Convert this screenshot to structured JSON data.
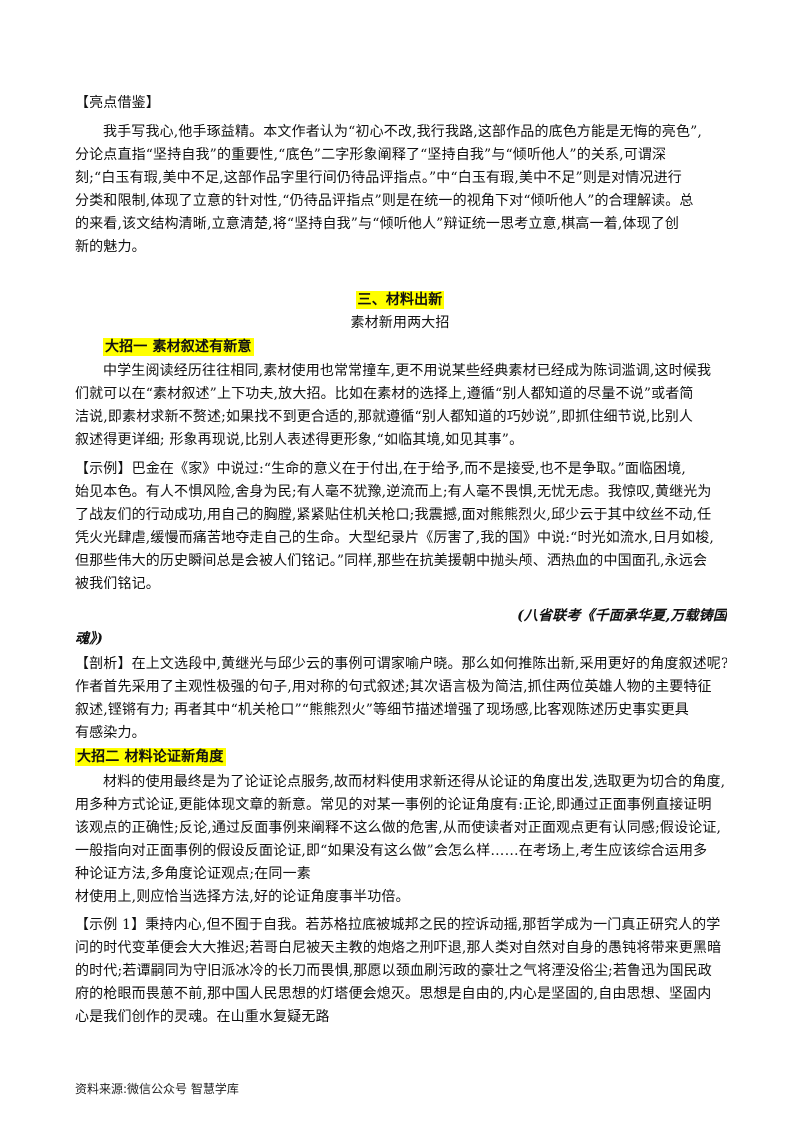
{
  "section1": {
    "heading": "【亮点借鉴】",
    "lines": [
      "我手写我心,他手琢益精。本文作者认为“初心不改,我行我路,这部作品的底色方能是无悔的亮色”,",
      "分论点直指“坚持自我”的重要性,“底色”二字形象阐释了“坚持自我”与“倾听他人”的关系,可谓深",
      "刻;“白玉有瑕,美中不足,这部作品字里行间仍待品评指点。”中“白玉有瑕,美中不足”则是对情况进行",
      "分类和限制,体现了立意的针对性,“仍待品评指点”则是在统一的视角下对“倾听他人”的合理解读。总",
      "的来看,该文结构清晰,立意清楚,将“坚持自我”与“倾听他人”辩证统一思考立意,棋高一着,体现了创",
      "新的魅力。"
    ]
  },
  "section_title": "三、材料出新",
  "section_subtitle": "素材新用两大招",
  "trick1": {
    "heading": "大招一   素材叙述有新意",
    "lines": [
      "中学生阅读经历往往相同,素材使用也常常撞车,更不用说某些经典素材已经成为陈词滥调,这时候我",
      "们就可以在“素材叙述”上下功夫,放大招。比如在素材的选择上,遵循“别人都知道的尽量不说”或者简",
      "洁说,即素材求新不赘述;如果找不到更合适的,那就遵循“别人都知道的巧妙说”,即抓住细节说,比别人",
      "叙述得更详细; 形象再现说,比别人表述得更形象,“如临其境,如见其事”。"
    ],
    "example_lines": [
      "【示例】巴金在《家》中说过:“生命的意义在于付出,在于给予,而不是接受,也不是争取。”面临困境,",
      "始见本色。有人不惧风险,舍身为民;有人毫不犹豫,逆流而上;有人毫不畏惧,无忧无虑。我惊叹,黄继光为",
      "了战友们的行动成功,用自己的胸膛,紧紧贴住机关枪口;我震撼,面对熊熊烈火,邱少云于其中纹丝不动,任",
      "凭火光肆虐,缓慢而痛苦地夺走自己的生命。大型纪录片《厉害了,我的国》中说:“时光如流水,日月如梭,",
      "但那些伟大的历史瞬间总是会被人们铭记。”同样,那些在抗美援朝中抛头颅、洒热血的中国面孔,永远会",
      "被我们铭记。"
    ],
    "source_line1": "(八省联考《千面承华夏,万载铸国",
    "source_line2": "魂》)",
    "analysis_lines": [
      "【剖析】在上文选段中,黄继光与邱少云的事例可谓家喻户晓。那么如何推陈出新,采用更好的角度叙述呢?",
      "作者首先采用了主观性极强的句子,用对称的句式叙述;其次语言极为简洁,抓住两位英雄人物的主要特征",
      "叙述,铿锵有力; 再者其中“机关枪口”“熊熊烈火”等细节描述增强了现场感,比客观陈述历史事实更具",
      "有感染力。"
    ]
  },
  "trick2": {
    "heading": "大招二   材料论证新角度",
    "lines": [
      "材料的使用最终是为了论证论点服务,故而材料使用求新还得从论证的角度出发,选取更为切合的角度,",
      "用多种方式论证,更能体现文章的新意。常见的对某一事例的论证角度有:正论,即通过正面事例直接证明",
      "该观点的正确性;反论,通过反面事例来阐释不这么做的危害,从而使读者对正面观点更有认同感;假设论证,",
      "一般指向对正面事例的假设反面论证,即“如果没有这么做”会怎么样……在考场上,考生应该综合运用多",
      "种论证方法,多角度论证观点;在同一素",
      "材使用上,则应恰当选择方法,好的论证角度事半功倍。"
    ],
    "example_lines": [
      "【示例 1】秉持内心,但不囿于自我。若苏格拉底被城邦之民的控诉动摇,那哲学成为一门真正研究人的学",
      "问的时代变革便会大大推迟;若哥白尼被天主教的炮烙之刑吓退,那人类对自然对自身的愚钝将带来更黑暗",
      "的时代;若谭嗣同为守旧派冰冷的长刀而畏惧,那愿以颈血刷污政的豪壮之气将湮没俗尘;若鲁迅为国民政",
      "府的枪眼而畏葸不前,那中国人民思想的灯塔便会熄灭。思想是自由的,内心是坚固的,自由思想、坚固内",
      "心是我们创作的灵魂。在山重水复疑无路"
    ]
  },
  "footer": "资料来源:微信公众号 智慧学库"
}
